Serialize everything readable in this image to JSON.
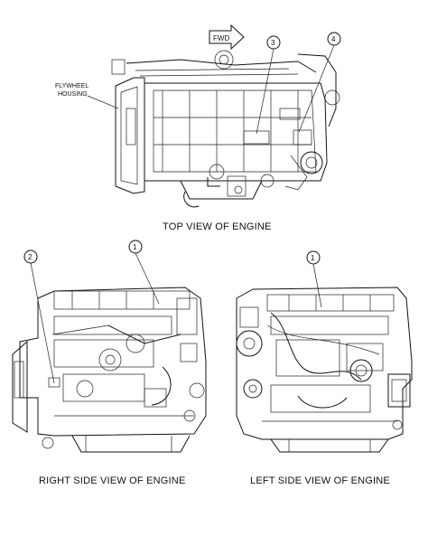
{
  "top_view": {
    "caption": "TOP VIEW OF ENGINE",
    "direction_label": "FWD",
    "housing_label_line1": "FLYWHEEL",
    "housing_label_line2": "HOUSING",
    "callouts": [
      "3",
      "4"
    ]
  },
  "right_view": {
    "caption": "RIGHT SIDE VIEW OF ENGINE",
    "callouts": [
      "2",
      "1"
    ]
  },
  "left_view": {
    "caption": "LEFT SIDE VIEW OF ENGINE",
    "callouts": [
      "1"
    ]
  }
}
